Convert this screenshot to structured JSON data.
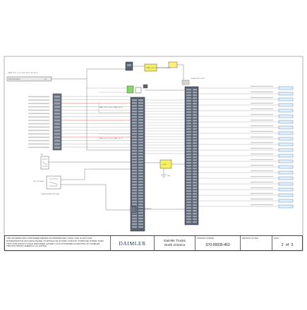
{
  "sheet": {
    "title_block": {
      "disclaimer": "THE INFORMATION CONTAINED HEREIN IS PROPRIETARY DATA, AND IS NOT FOR DISSEMINATION OR DISCLOSURE, IN WHOLE OR IN PART, FOR ANY PURPOSE OTHER THAN THAT FOR WHICH IT WAS PROVIDED, EXCEPT AS AUTHORIZED IN WRITING BY DAIMLER TRUCKS NORTH AMERICA LLC (DTNA).",
      "logo": "DAIMLER",
      "company_line1": "Daimler Trucks",
      "company_line2": "North America",
      "drawing_number_label": "DRAWING NUMBER",
      "drawing_number": "S70-00035-452",
      "revision_label": "REVISION LETTER",
      "revision": "",
      "page_label": "PAGE",
      "page_current": "2",
      "page_of": "of",
      "page_total": "3"
    },
    "labels": {
      "ignition_input": "IGNITION INPUT",
      "ignition_id": "S1",
      "ignition_wire": "TRANS_CTRL_IO_ECU_PWR_SW_IN_IGN_SW_IN",
      "top_left_module": "TRANS_CTRL_IO_ECU_POS_SOLENOID",
      "top_right_note": "POWER SUPPLY NODE",
      "mid_wire_a": "TRANS_CTRL_IO_ECU_TRANS_OUT_A",
      "mid_wire_b": "TRANS_CTRL_IO_ECU_TRANS_OUT_B",
      "center_box": "CONN",
      "ground_label": "GND",
      "bottom_box": "POWER DIST SPLICE",
      "left_relay": "PDU CTRL RELAY",
      "left_relay_caption": "POWER DISTRIBUTION RELAY",
      "switch_box": "SW"
    }
  }
}
